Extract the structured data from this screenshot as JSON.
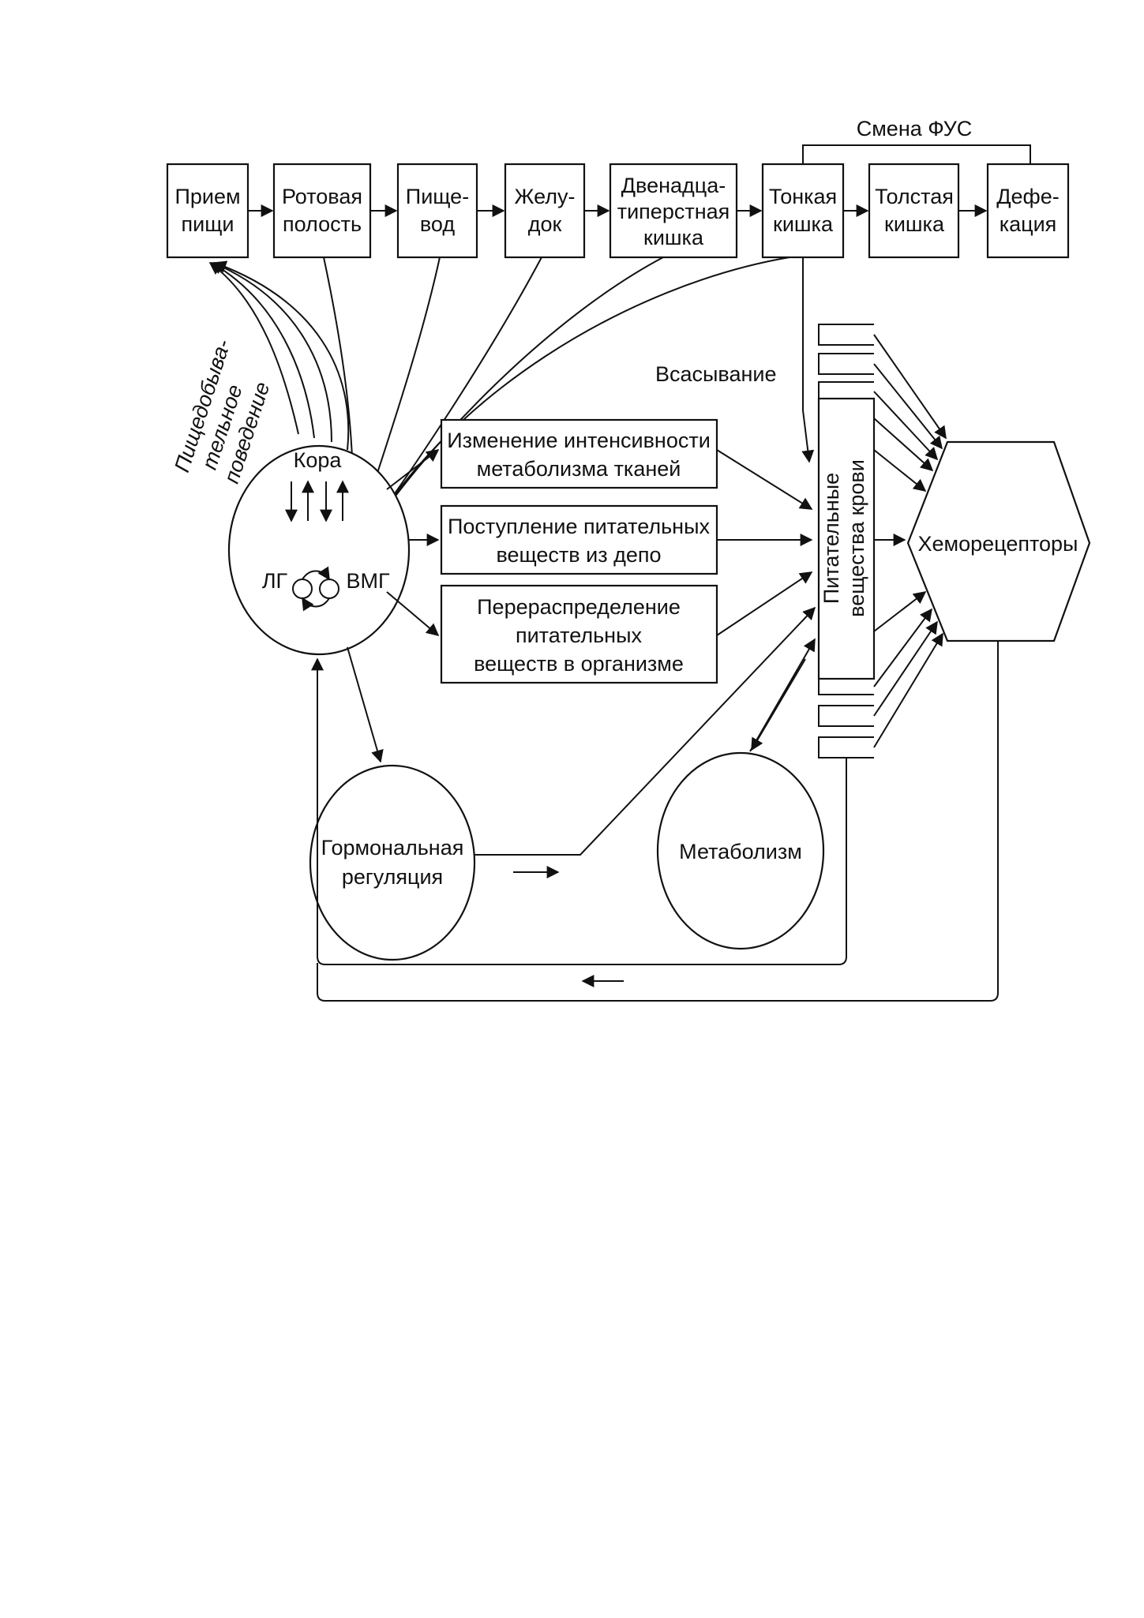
{
  "digestive_chain": {
    "food_intake": [
      "Прием",
      "пищи"
    ],
    "oral_cavity": [
      "Ротовая",
      "полость"
    ],
    "esophagus": [
      "Пище-",
      "вод"
    ],
    "stomach": [
      "Желу-",
      "док"
    ],
    "duodenum": [
      "Двенадца-",
      "типерстная",
      "кишка"
    ],
    "small_intestine": [
      "Тонкая",
      "кишка"
    ],
    "large_intestine": [
      "Толстая",
      "кишка"
    ],
    "defecation": [
      "Дефе-",
      "кация"
    ]
  },
  "fus_change": "Смена ФУС",
  "absorption": "Всасывание",
  "food_behavior": [
    "Пищедобыва-",
    "тельное",
    "поведение"
  ],
  "brain": {
    "cortex": "Кора",
    "lh": "ЛГ",
    "vmh": "ВМГ"
  },
  "effects": {
    "metabolism_change": [
      "Изменение интенсивности",
      "метаболизма тканей"
    ],
    "depot_supply": [
      "Поступление питательных",
      "веществ из депо"
    ],
    "redistribution": [
      "Перераспределение",
      "питательных",
      "веществ в организме"
    ]
  },
  "blood_nutrients": [
    "Питательные",
    "вещества крови"
  ],
  "chemoreceptors": "Хеморецепторы",
  "hormonal": [
    "Гормональная",
    "регуляция"
  ],
  "metabolism": "Метаболизм",
  "colors": {
    "line": "#111111",
    "background": "#ffffff"
  }
}
